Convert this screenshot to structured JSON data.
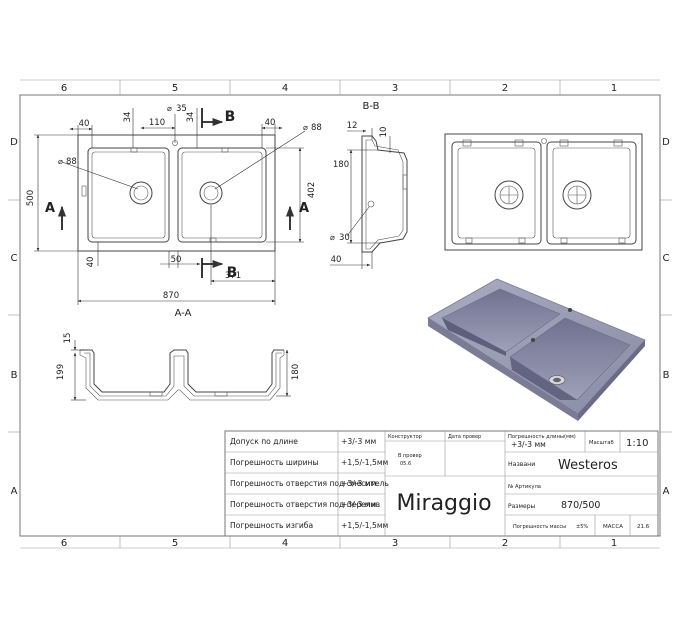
{
  "drawing": {
    "top_columns": [
      "6",
      "5",
      "4",
      "3",
      "2",
      "1"
    ],
    "bottom_columns": [
      "6",
      "5",
      "4",
      "3",
      "2",
      "1"
    ],
    "rows": [
      "D",
      "C",
      "B",
      "A"
    ],
    "section_label_aa": "A-A",
    "section_label_bb": "B-B",
    "marker_a": "A",
    "marker_b": "B",
    "plan_dims": {
      "d40_left": "40",
      "d110": "110",
      "d34_left": "34",
      "d35": "35",
      "d34_right": "34",
      "d40_right": "40",
      "d88_left": "88",
      "d88_right": "88",
      "d500": "500",
      "d402": "402",
      "d40_bottom": "40",
      "d50": "50",
      "d371": "371",
      "d870": "870"
    },
    "side_dims": {
      "d12": "12",
      "d10": "10",
      "d180": "180",
      "d30": "30",
      "d40": "40"
    },
    "section_dims": {
      "d15": "15",
      "d199": "199",
      "d180": "180"
    }
  },
  "title_block": {
    "tolerances": [
      {
        "label": "Допуск по длине",
        "value": "+3/-3 мм"
      },
      {
        "label": "Погрешность ширины",
        "value": "+1,5/-1,5мм"
      },
      {
        "label": "Погрешность отверстия под смеситель",
        "value": "+3/-3 мм"
      },
      {
        "label": "Погрешность отверстия под перелив",
        "value": "+3/-3 мм"
      },
      {
        "label": "Погрешность изгиба",
        "value": "+1,5/-1,5мм"
      }
    ],
    "designer_label": "Конструктор",
    "check_date_label": "Дата провер",
    "check_label": "В провер",
    "check_value": "05.6",
    "brand": "Miraggio",
    "length_tol_label": "Погрешность длины(мм)",
    "length_tol_value": "+3/-3 мм",
    "scale_label": "Масштаб",
    "scale_value": "1:10",
    "name_label": "Названи",
    "name_value": "Westeros",
    "article_label": "№ Артикула",
    "size_label": "Размеры",
    "size_value": "870/500",
    "mass_tol_label": "Погрешность массы",
    "mass_tol_value": "±5%",
    "mass_label": "МАССА",
    "mass_value": "21.6"
  }
}
